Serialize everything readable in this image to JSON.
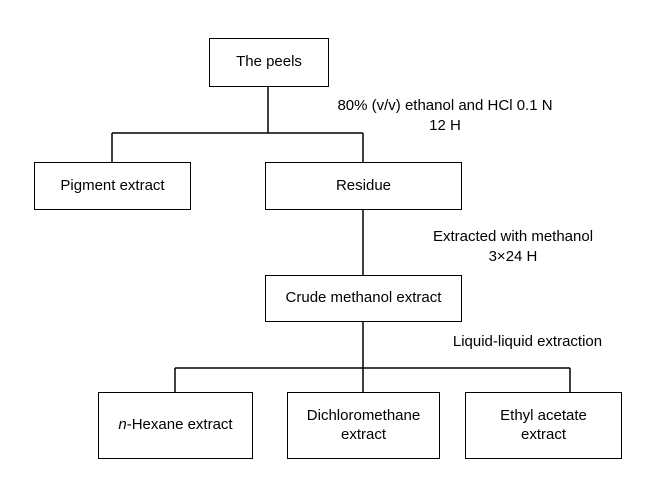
{
  "diagram": {
    "nodes": {
      "peels": {
        "label": "The peels"
      },
      "pigment": {
        "label": "Pigment extract"
      },
      "residue": {
        "label": "Residue"
      },
      "crude": {
        "label": "Crude methanol extract"
      },
      "hexane": {
        "label_prefix": "n",
        "label_suffix": "-Hexane extract"
      },
      "dcm": {
        "label_line1": "Dichloromethane",
        "label_line2": "extract"
      },
      "ethyl": {
        "label_line1": "Ethyl acetate",
        "label_line2": "extract"
      }
    },
    "steps": {
      "step1": {
        "line1": "80% (v/v) ethanol and HCl 0.1 N",
        "line2": "12 H"
      },
      "step2": {
        "line1": "Extracted with methanol",
        "line2": "3×24 H"
      },
      "step3": {
        "line1": "Liquid-liquid extraction"
      }
    },
    "edges": [
      {
        "from": "peels",
        "to": "pigment"
      },
      {
        "from": "peels",
        "to": "residue"
      },
      {
        "from": "residue",
        "to": "crude"
      },
      {
        "from": "crude",
        "to": "hexane"
      },
      {
        "from": "crude",
        "to": "dcm"
      },
      {
        "from": "crude",
        "to": "ethyl"
      }
    ]
  }
}
